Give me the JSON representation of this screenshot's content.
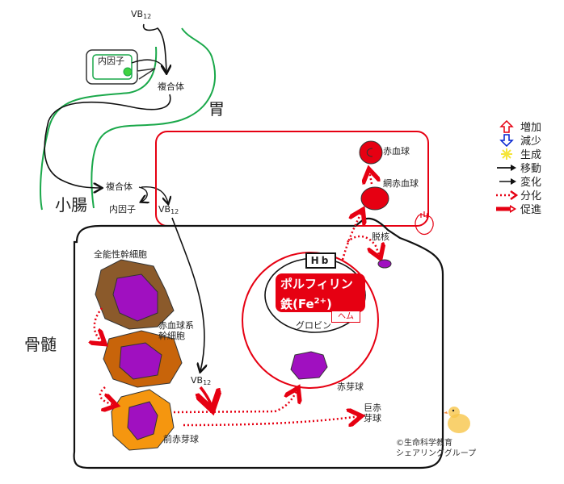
{
  "organs": {
    "stomach": "胃",
    "small_intestine": "小腸",
    "bone_marrow": "骨髄"
  },
  "labels": {
    "vb12_base": "VB",
    "vb12_sub": "12",
    "intrinsic_factor": "内因子",
    "complex": "複合体",
    "rbc": "赤血球",
    "reticulocyte": "網赤血球",
    "enucleation": "脱核",
    "pluripotent_stem_cell": "全能性幹細胞",
    "erythroid_stem_cell_line1": "赤血球系",
    "erythroid_stem_cell_line2": "幹細胞",
    "proerythroblast": "前赤芽球",
    "erythroblast": "赤芽球",
    "megaloblast_line1": "巨赤",
    "megaloblast_line2": "芽球",
    "hb": "Hb",
    "porphyrin_line1": "ポルフィリン",
    "porphyrin_line2_base": "鉄(Fe",
    "porphyrin_line2_sup": "2+",
    "porphyrin_line2_end": ")",
    "heme": "ヘム",
    "globin": "グロビン"
  },
  "legend": [
    {
      "icon": "up-arrow-icon",
      "label": "増加",
      "color": "#e60012"
    },
    {
      "icon": "down-arrow-icon",
      "label": "減少",
      "color": "#0020d0"
    },
    {
      "icon": "sparkle-icon",
      "label": "生成",
      "color": "#f5e53a"
    },
    {
      "icon": "move-arrow-icon",
      "label": "移動",
      "color": "#111111"
    },
    {
      "icon": "change-arrow-icon",
      "label": "変化",
      "color": "#111111"
    },
    {
      "icon": "differentiation-arrow-icon",
      "label": "分化",
      "color": "#e60012"
    },
    {
      "icon": "promotion-arrow-icon",
      "label": "促進",
      "color": "#e60012"
    }
  ],
  "copyright": {
    "line1": "©生命科学教育",
    "line2": "シェアリンググループ"
  },
  "colors": {
    "gut": "#1aa84a",
    "blood": "#e60012",
    "nucleus": "#a010c0",
    "stem_cell": "#8b5a2b",
    "erythroid_stem": "#c8640a",
    "proerythroblast": "#f5960f"
  }
}
